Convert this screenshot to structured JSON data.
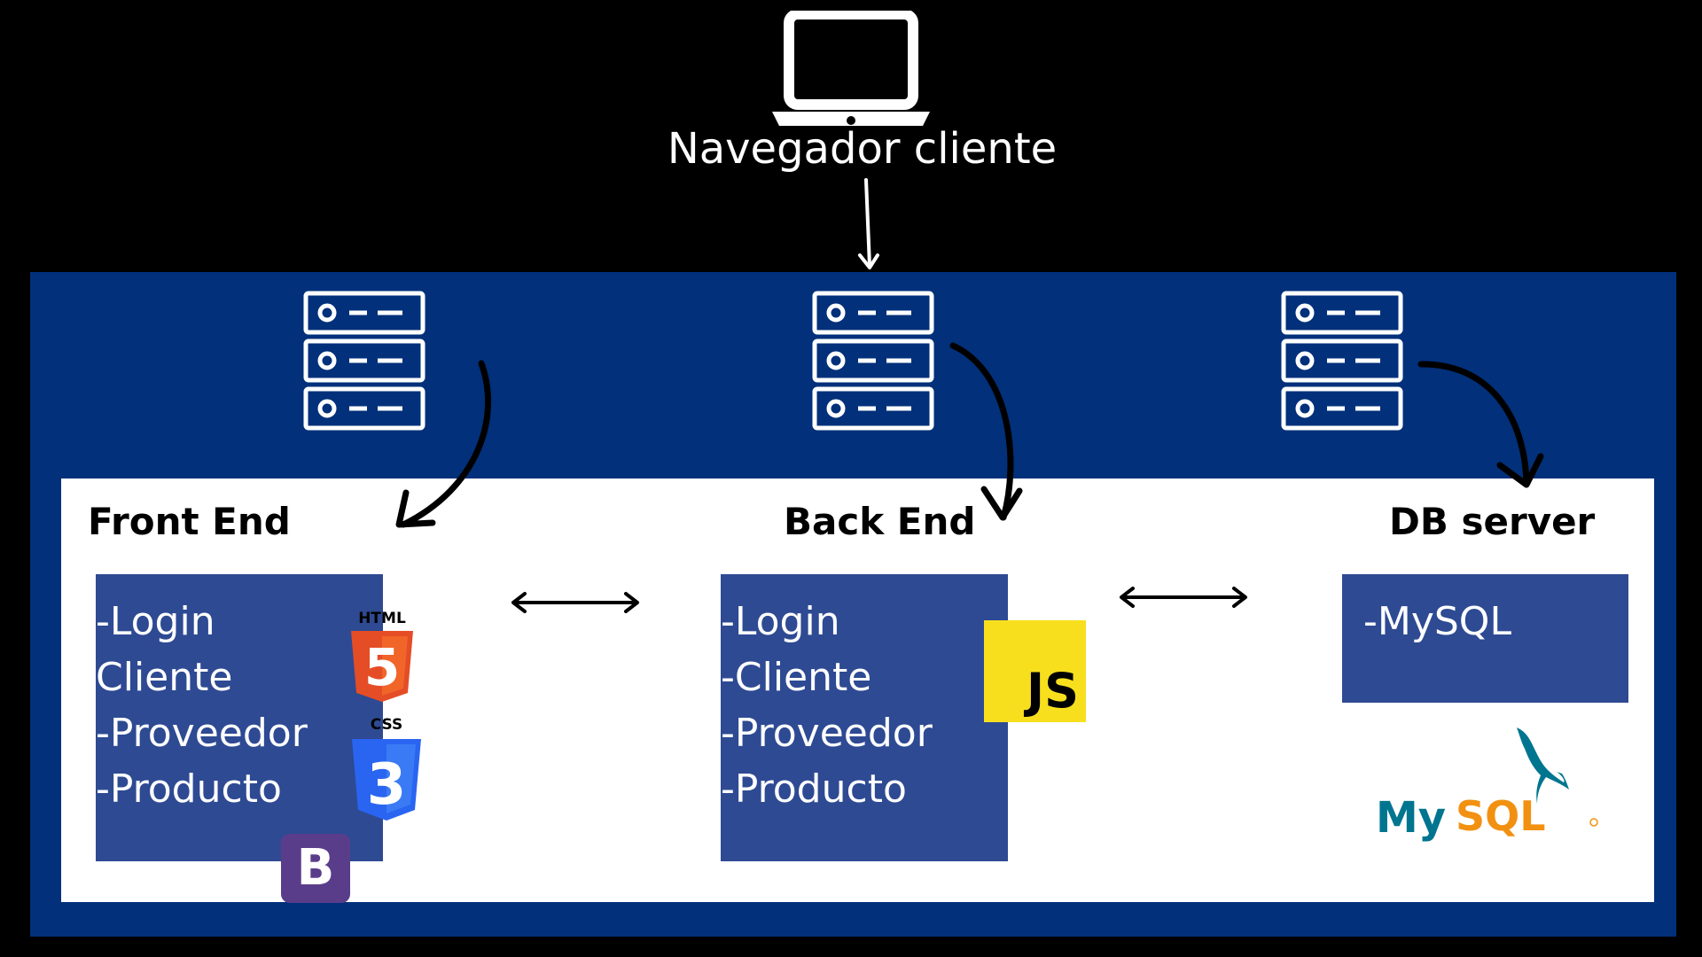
{
  "client": {
    "label": "Navegador cliente",
    "icon": "laptop-icon"
  },
  "columns": [
    {
      "title": "Front End",
      "items": [
        "-Login",
        "Cliente",
        "-Proveedor",
        "-Producto"
      ]
    },
    {
      "title": "Back End",
      "items": [
        "-Login",
        "-Cliente",
        "-Proveedor",
        "-Producto"
      ]
    },
    {
      "title": "DB server",
      "items": [
        "-MySQL"
      ]
    }
  ],
  "logos": {
    "html": {
      "text": "HTML",
      "glyph": "5"
    },
    "css": {
      "text": "CSS",
      "glyph": "3"
    },
    "bootstrap": {
      "glyph": "B"
    },
    "js": {
      "glyph": "JS"
    },
    "mysql": {
      "word_my": "My",
      "word_sql": "SQL"
    }
  },
  "colors": {
    "background": "#000000",
    "infrastructure": "#02307a",
    "panel": "#ffffff",
    "box": "#2e4a93",
    "html": "#e44d26",
    "css": "#2965f1",
    "bootstrap": "#5a3d8a",
    "js": "#f7df1e",
    "mysql_blue": "#00758f",
    "mysql_orange": "#f29111"
  }
}
